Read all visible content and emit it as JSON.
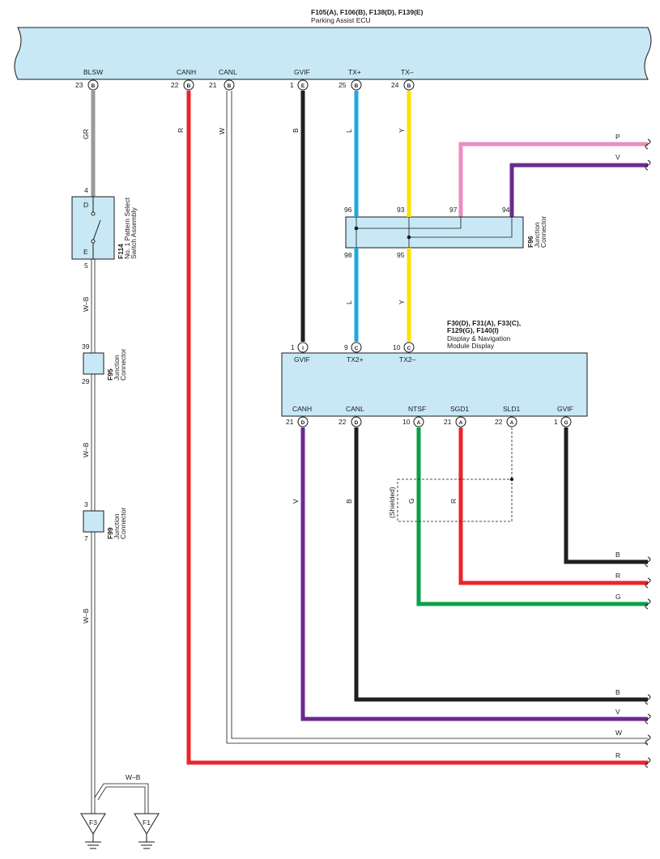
{
  "colors": {
    "box_fill": "#c8e8f6",
    "gray": "#9a9a9a",
    "red": "#e8262d",
    "black": "#1f1f1f",
    "blue": "#20a8e0",
    "yellow": "#ffe000",
    "pink": "#ec8cc0",
    "purple": "#6a2a90",
    "green": "#0aa048"
  },
  "ecu": {
    "connectors": "F105(A), F106(B), F138(D), F139(E)",
    "name": "Parking Assist ECU",
    "pins": [
      {
        "pin": "23",
        "letter": "B",
        "name": "BLSW",
        "wire": "GR"
      },
      {
        "pin": "22",
        "letter": "B",
        "name": "CANH",
        "wire": "R"
      },
      {
        "pin": "21",
        "letter": "B",
        "name": "CANL",
        "wire": "W"
      },
      {
        "pin": "1",
        "letter": "E",
        "name": "GVIF",
        "wire": "B"
      },
      {
        "pin": "25",
        "letter": "B",
        "name": "TX+",
        "wire": "L"
      },
      {
        "pin": "24",
        "letter": "B",
        "name": "TX–",
        "wire": "Y"
      }
    ]
  },
  "switch": {
    "code": "F114",
    "name_line1": "No. 1 Pattern Select",
    "name_line2": "Switch Assembly",
    "pin_top": "4",
    "pin_bottom": "5",
    "term_top": "D",
    "term_bottom": "E"
  },
  "j_f95": {
    "code": "F95",
    "line1": "Junction",
    "line2": "Connector",
    "pin_top": "39",
    "pin_bottom": "29"
  },
  "j_f99": {
    "code": "F99",
    "line1": "Junction",
    "line2": "Connector",
    "pin_top": "3",
    "pin_bottom": "7"
  },
  "j_f96": {
    "code": "F96",
    "line1": "Junction",
    "line2": "Connector",
    "pins_top": [
      "96",
      "93",
      "97",
      "94"
    ],
    "pins_bottom": [
      "98",
      "95"
    ]
  },
  "display": {
    "conn_line1": "F30(D), F31(A), F33(C),",
    "conn_line2": "F129(G), F140(I)",
    "name_line1": "Display & Navigation",
    "name_line2": "Module Display",
    "top_pins": [
      {
        "pin": "1",
        "letter": "I",
        "name": "GVIF"
      },
      {
        "pin": "9",
        "letter": "C",
        "name": "TX2+"
      },
      {
        "pin": "10",
        "letter": "C",
        "name": "TX2–"
      }
    ],
    "bottom_pins": [
      {
        "pin": "21",
        "letter": "D",
        "name": "CANH"
      },
      {
        "pin": "22",
        "letter": "D",
        "name": "CANL"
      },
      {
        "pin": "10",
        "letter": "A",
        "name": "NTSF"
      },
      {
        "pin": "21",
        "letter": "A",
        "name": "SGD1"
      },
      {
        "pin": "22",
        "letter": "A",
        "name": "SLD1"
      },
      {
        "pin": "1",
        "letter": "G",
        "name": "GVIF"
      }
    ]
  },
  "wires": {
    "wb": "W–B",
    "l": "L",
    "y": "Y",
    "v": "V",
    "b": "B",
    "g": "G",
    "r": "R",
    "p": "P",
    "w": "W"
  },
  "shielded": "(Shielded)",
  "grounds": [
    "F3",
    "F1"
  ]
}
